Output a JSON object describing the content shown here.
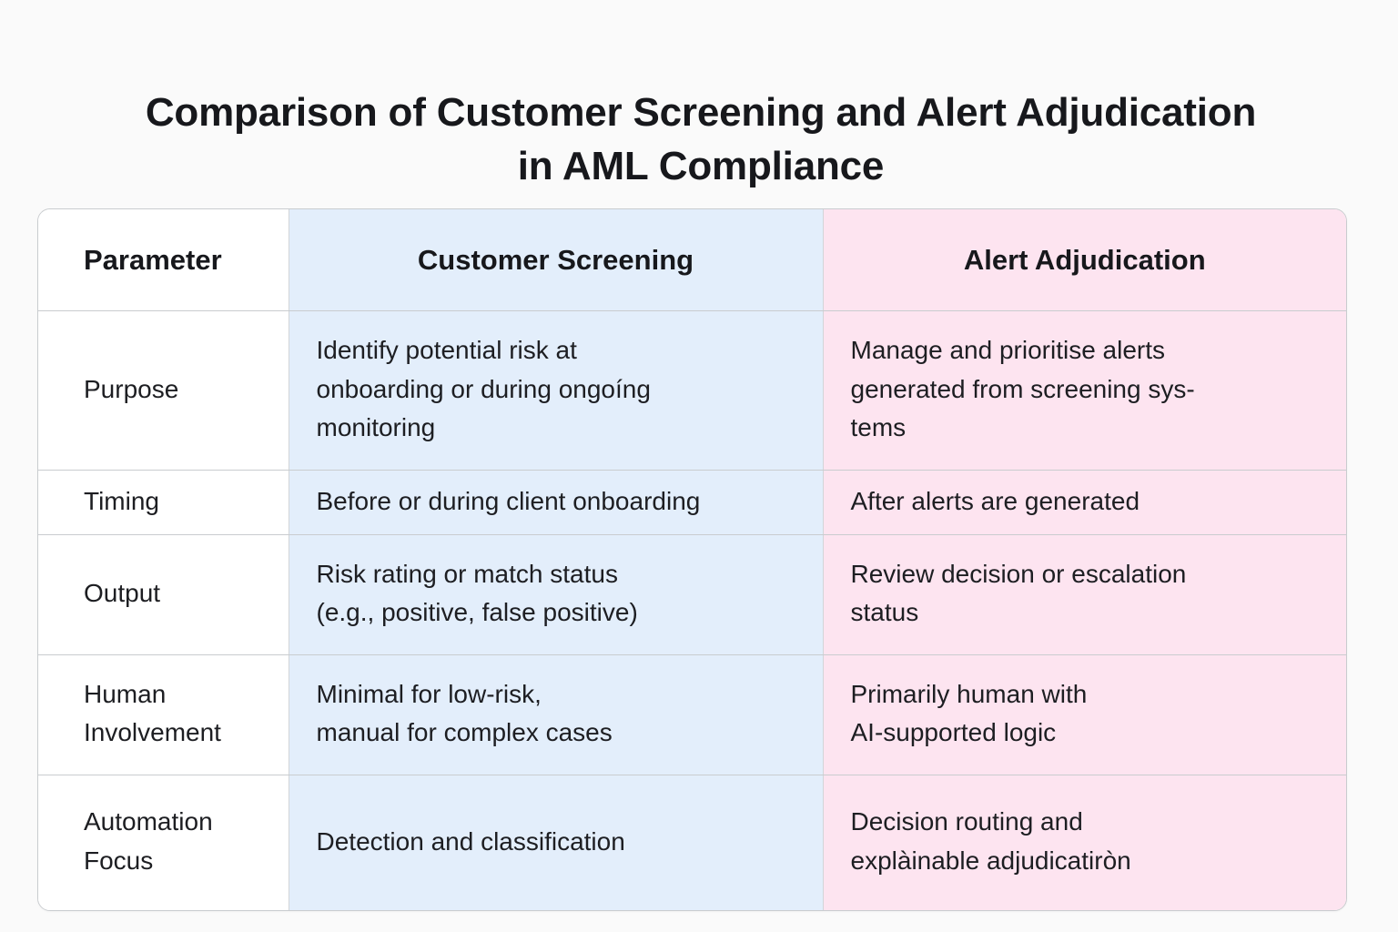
{
  "title": {
    "line1": "Comparison of Customer Screening and Alert Adjudication",
    "line2": "in AML Compliance"
  },
  "colors": {
    "page_background": "#fafafa",
    "customer_screening_column": "#e3eefb",
    "alert_adjudication_column": "#fde4f0",
    "parameter_column": "#ffffff",
    "border": "#c9cccf",
    "text": "#1b1b1f"
  },
  "table": {
    "headers": {
      "parameter": "Parameter",
      "customer_screening": "Customer Screening",
      "alert_adjudication": "Alert Adjudication"
    },
    "rows": [
      {
        "parameter": "Purpose",
        "customer_screening": "Identify potential risk at onboarding or during ongoíng monitoring",
        "customer_screening_lines": [
          "Identify potential risk at",
          "onboarding or during ongoíng",
          "monitoring"
        ],
        "alert_adjudication": "Manage and prioritise alerts generated from screening sys-tems",
        "alert_adjudication_lines": [
          "Manage and prioritise alerts",
          "generated from screening sys-",
          "tems"
        ]
      },
      {
        "parameter": "Timing",
        "customer_screening": "Before or during client onboarding",
        "customer_screening_lines": [
          "Before or during client onboarding"
        ],
        "alert_adjudication": "After alerts are generated",
        "alert_adjudication_lines": [
          "After alerts are generated"
        ]
      },
      {
        "parameter": "Output",
        "customer_screening": "Risk rating or match status (e.g., positive, false positive)",
        "customer_screening_lines": [
          "Risk rating or match status",
          "(e.g., positive, false positive)"
        ],
        "alert_adjudication": "Review decision or escalation status",
        "alert_adjudication_lines": [
          "Review decision or escalation",
          "status"
        ]
      },
      {
        "parameter": "Human Involvement",
        "parameter_lines": [
          "Human",
          "Involvement"
        ],
        "customer_screening": "Minimal for low-risk, manual for complex cases",
        "customer_screening_lines": [
          "Minimal for low-risk,",
          "manual for complex cases"
        ],
        "alert_adjudication": "Primarily human with AI-supported logic",
        "alert_adjudication_lines": [
          "Primarily human with",
          "AI-supported logic"
        ]
      },
      {
        "parameter": "Automation Focus",
        "parameter_lines": [
          "Automation",
          "Focus"
        ],
        "customer_screening": "Detection and classification",
        "customer_screening_lines": [
          "Detection and classification"
        ],
        "alert_adjudication": "Decision routing and explàinable adjudicatiròn",
        "alert_adjudication_lines": [
          "Decision routing and",
          "explàinable adjudicatiròn"
        ]
      }
    ]
  }
}
